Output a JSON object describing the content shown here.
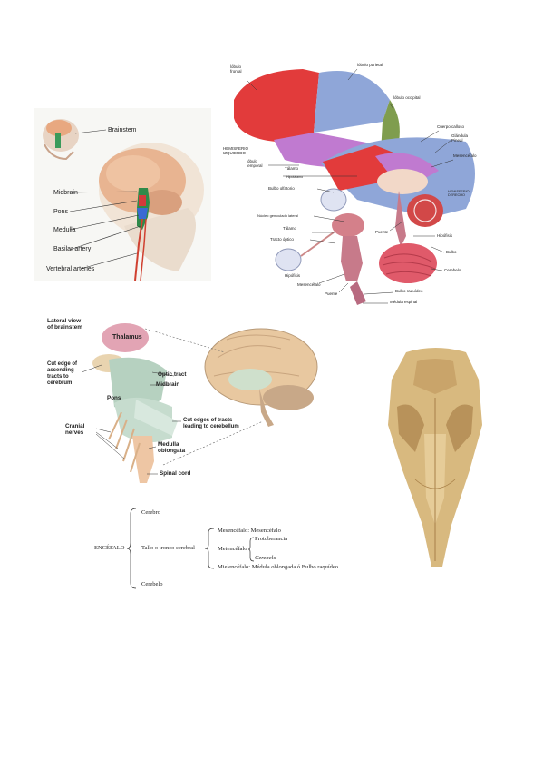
{
  "fig1": {
    "labels": {
      "brainstem": "Brainstem",
      "midbrain": "Midbrain",
      "pons": "Pons",
      "medulla": "Medulla",
      "basilar": "Basilar artery",
      "vertebral": "Vertebral arteries"
    }
  },
  "fig2": {
    "labels": {
      "frontal": "lóbulo\nfrontal",
      "parietal": "lóbulo parietal",
      "occipital": "lóbulo occipital",
      "callosum": "Cuerpo calloso",
      "pineal": "Glándula\nPineal",
      "mesencefalo_r": "Mesencéfalo",
      "hem_izq": "HEMISFERIO\nIZQUIERDO",
      "temporal": "lóbulo\ntemporal",
      "talamo1": "Tálamo",
      "hipotalamo": "Hipotálamo",
      "bulbo_olf": "Bulbo olfatorio",
      "hem_der": "HEMISFERIO\nDERECHO",
      "geniculado": "Núcleo geniculado lateral",
      "talamo2": "Tálamo",
      "tracto_opt": "Tracto óptico",
      "puente1": "Puente",
      "hipofisis1": "Hipófisis",
      "bulbo": "Bulbo",
      "hipofisis2": "Hipófisis",
      "mesencefalo_l": "Mesencéfalo",
      "cerebelo": "Cerebelo",
      "puente2": "Puente",
      "bulbo_raq": "Bulbo raquídeo",
      "medula": "Médula espinal"
    }
  },
  "fig3": {
    "labels": {
      "title": "Lateral view\nof brainstem",
      "thalamus": "Thalamus",
      "cut_edge": "Cut edge of\nascending\ntracts to\ncerebrum",
      "optic": "Optic tract",
      "midbrain": "Midbrain",
      "pons": "Pons",
      "cranial": "Cranial\nnerves",
      "cut_edges": "Cut edges of tracts\nleading to cerebellum",
      "medulla": "Medulla\noblongata",
      "spinal": "Spinal cord"
    }
  },
  "scheme": {
    "root": "ENCÉFALO",
    "cerebro": "Cerebro",
    "tallo": "Tallo o tronco cerebral",
    "cerebelo": "Cerebelo",
    "mesencefalo": "Mesencéfalo: Mesencéfalo",
    "metencefalo": "Metencéfalo",
    "protuberancia": "Protuberancia",
    "cerebelo_it": "Cerebelo",
    "mielencefalo": "Mielencéfalo: Médula oblongada ó Bulbo raquídeo"
  }
}
